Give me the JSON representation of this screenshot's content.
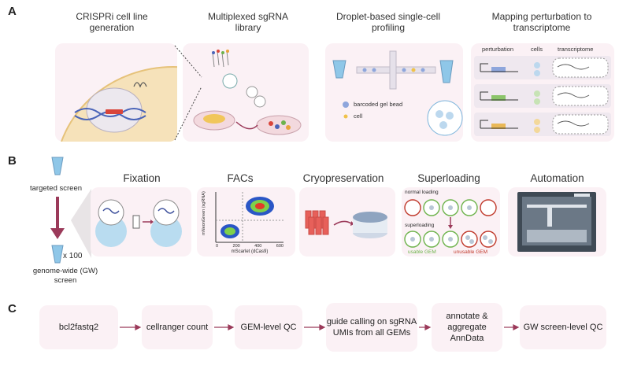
{
  "sectionA": {
    "letter": "A",
    "titles": [
      "CRISPRi cell line generation",
      "Multiplexed sgRNA library",
      "Droplet-based single-cell profiling",
      "Mapping perturbation to transcriptome"
    ],
    "droplet_legend": [
      "barcoded gel bead",
      "cell"
    ],
    "mapping_headers": [
      "perturbation",
      "cells",
      "transcriptome"
    ]
  },
  "sectionB": {
    "letter": "B",
    "targeted_label": "targeted screen",
    "multiplier": "x 100",
    "gw_label": "genome-wide (GW) screen",
    "titles": [
      "Fixation",
      "FACs",
      "Cryopreservation",
      "Superloading",
      "Automation"
    ],
    "facs": {
      "ylabel": "mNeonGreen (sgRNA)",
      "xlabel": "mScarlet (dCas9)",
      "ticks": [
        "0",
        "200",
        "400",
        "600"
      ]
    },
    "superloading": {
      "normal_label": "normal loading",
      "super_label": "superloading",
      "usable_label": "usable GEM",
      "unusable_label": "unusable GEM"
    }
  },
  "sectionC": {
    "letter": "C",
    "steps": [
      "bcl2fastq2",
      "cellranger count",
      "GEM-level QC",
      "guide calling on sgRNA UMIs from all GEMs",
      "annotate & aggregate AnnData",
      "GW screen-level QC"
    ]
  },
  "colors": {
    "panel": "#fbf1f5",
    "arrow": "#9b3a5a",
    "green": "#6db34b",
    "red": "#c0392b",
    "tube": "#8fc7e8"
  }
}
